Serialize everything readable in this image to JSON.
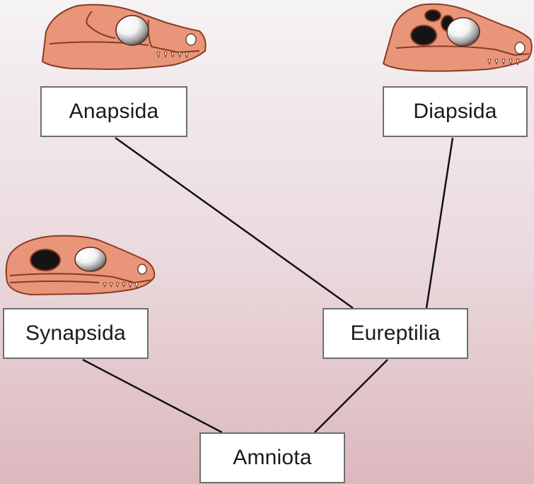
{
  "nodes": {
    "anapsida": "Anapsida",
    "diapsida": "Diapsida",
    "synapsida": "Synapsida",
    "eureptilia": "Eureptilia",
    "amniota": "Amniota"
  },
  "colors": {
    "skull_fill": "#e8957a",
    "skull_outline": "#8a3a24",
    "fenestra": "#141414",
    "branch_line": "#111111",
    "node_border": "#6e6e6e",
    "background_top": "#f5f3f4",
    "background_bottom": "#dcb8bd"
  },
  "icons": {
    "anapsida_skull": "anapsid-skull-icon",
    "diapsida_skull": "diapsid-skull-icon",
    "synapsida_skull": "synapsid-skull-icon"
  }
}
